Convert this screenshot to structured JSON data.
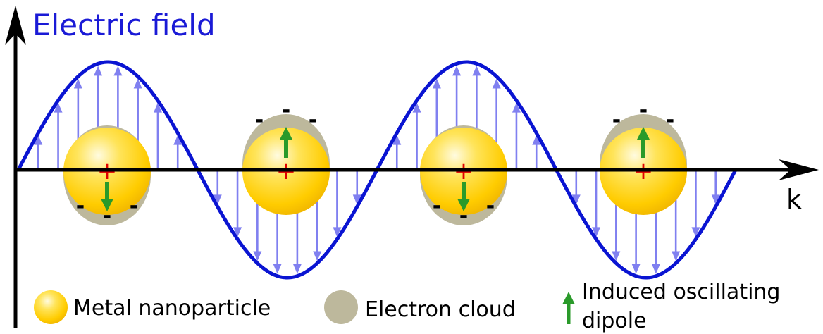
{
  "title": "Electric field",
  "axis_label": "k",
  "charge_plus": "+",
  "charge_minus": "-",
  "legend": {
    "nanoparticle": "Metal nanoparticle",
    "electron_cloud": "Electron cloud",
    "dipole_line1": "Induced oscillating",
    "dipole_line2": "dipole"
  },
  "colors": {
    "wave": "#0a14d2",
    "field_arrows": "#8080f0",
    "axis": "#000000",
    "title": "#1a1ad6",
    "particle_core": "#ffd21a",
    "electron_cloud": "#bdb89c",
    "dipole": "#2a9a2a",
    "charge_plus": "#e00000"
  },
  "particles": [
    {
      "dipole": "down"
    },
    {
      "dipole": "up"
    },
    {
      "dipole": "down"
    },
    {
      "dipole": "up"
    }
  ]
}
